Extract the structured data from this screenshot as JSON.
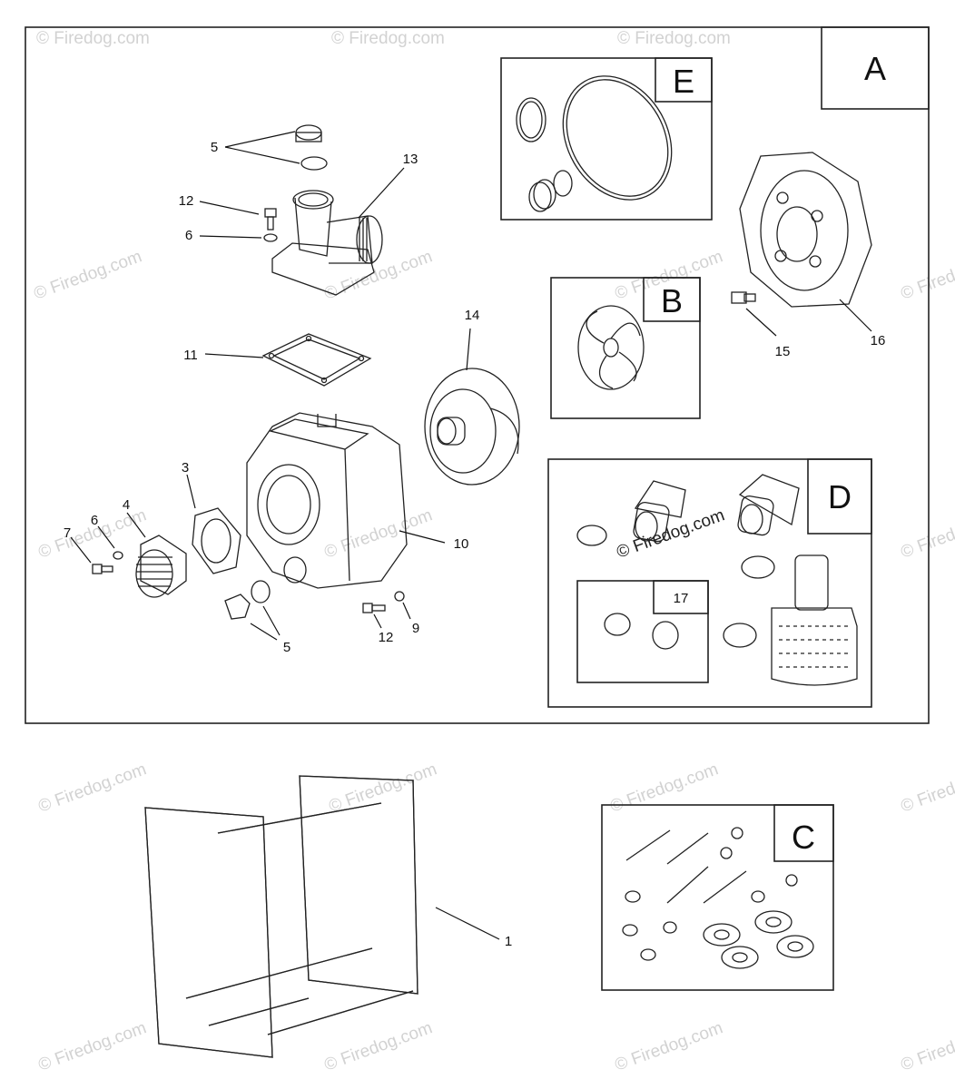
{
  "kits": {
    "A": "A",
    "B": "B",
    "C": "C",
    "D": "D",
    "E": "E",
    "sub17": "17"
  },
  "callouts": {
    "c1": "1",
    "c3": "3",
    "c4": "4",
    "c5a": "5",
    "c5b": "5",
    "c6a": "6",
    "c6b": "6",
    "c7": "7",
    "c9": "9",
    "c10": "10",
    "c11": "11",
    "c12a": "12",
    "c12b": "12",
    "c13": "13",
    "c14": "14",
    "c15": "15",
    "c16": "16"
  },
  "watermark": "© Firedog.com",
  "colors": {
    "line": "#222222",
    "watermark": "#d2d2d2",
    "background": "#ffffff"
  }
}
